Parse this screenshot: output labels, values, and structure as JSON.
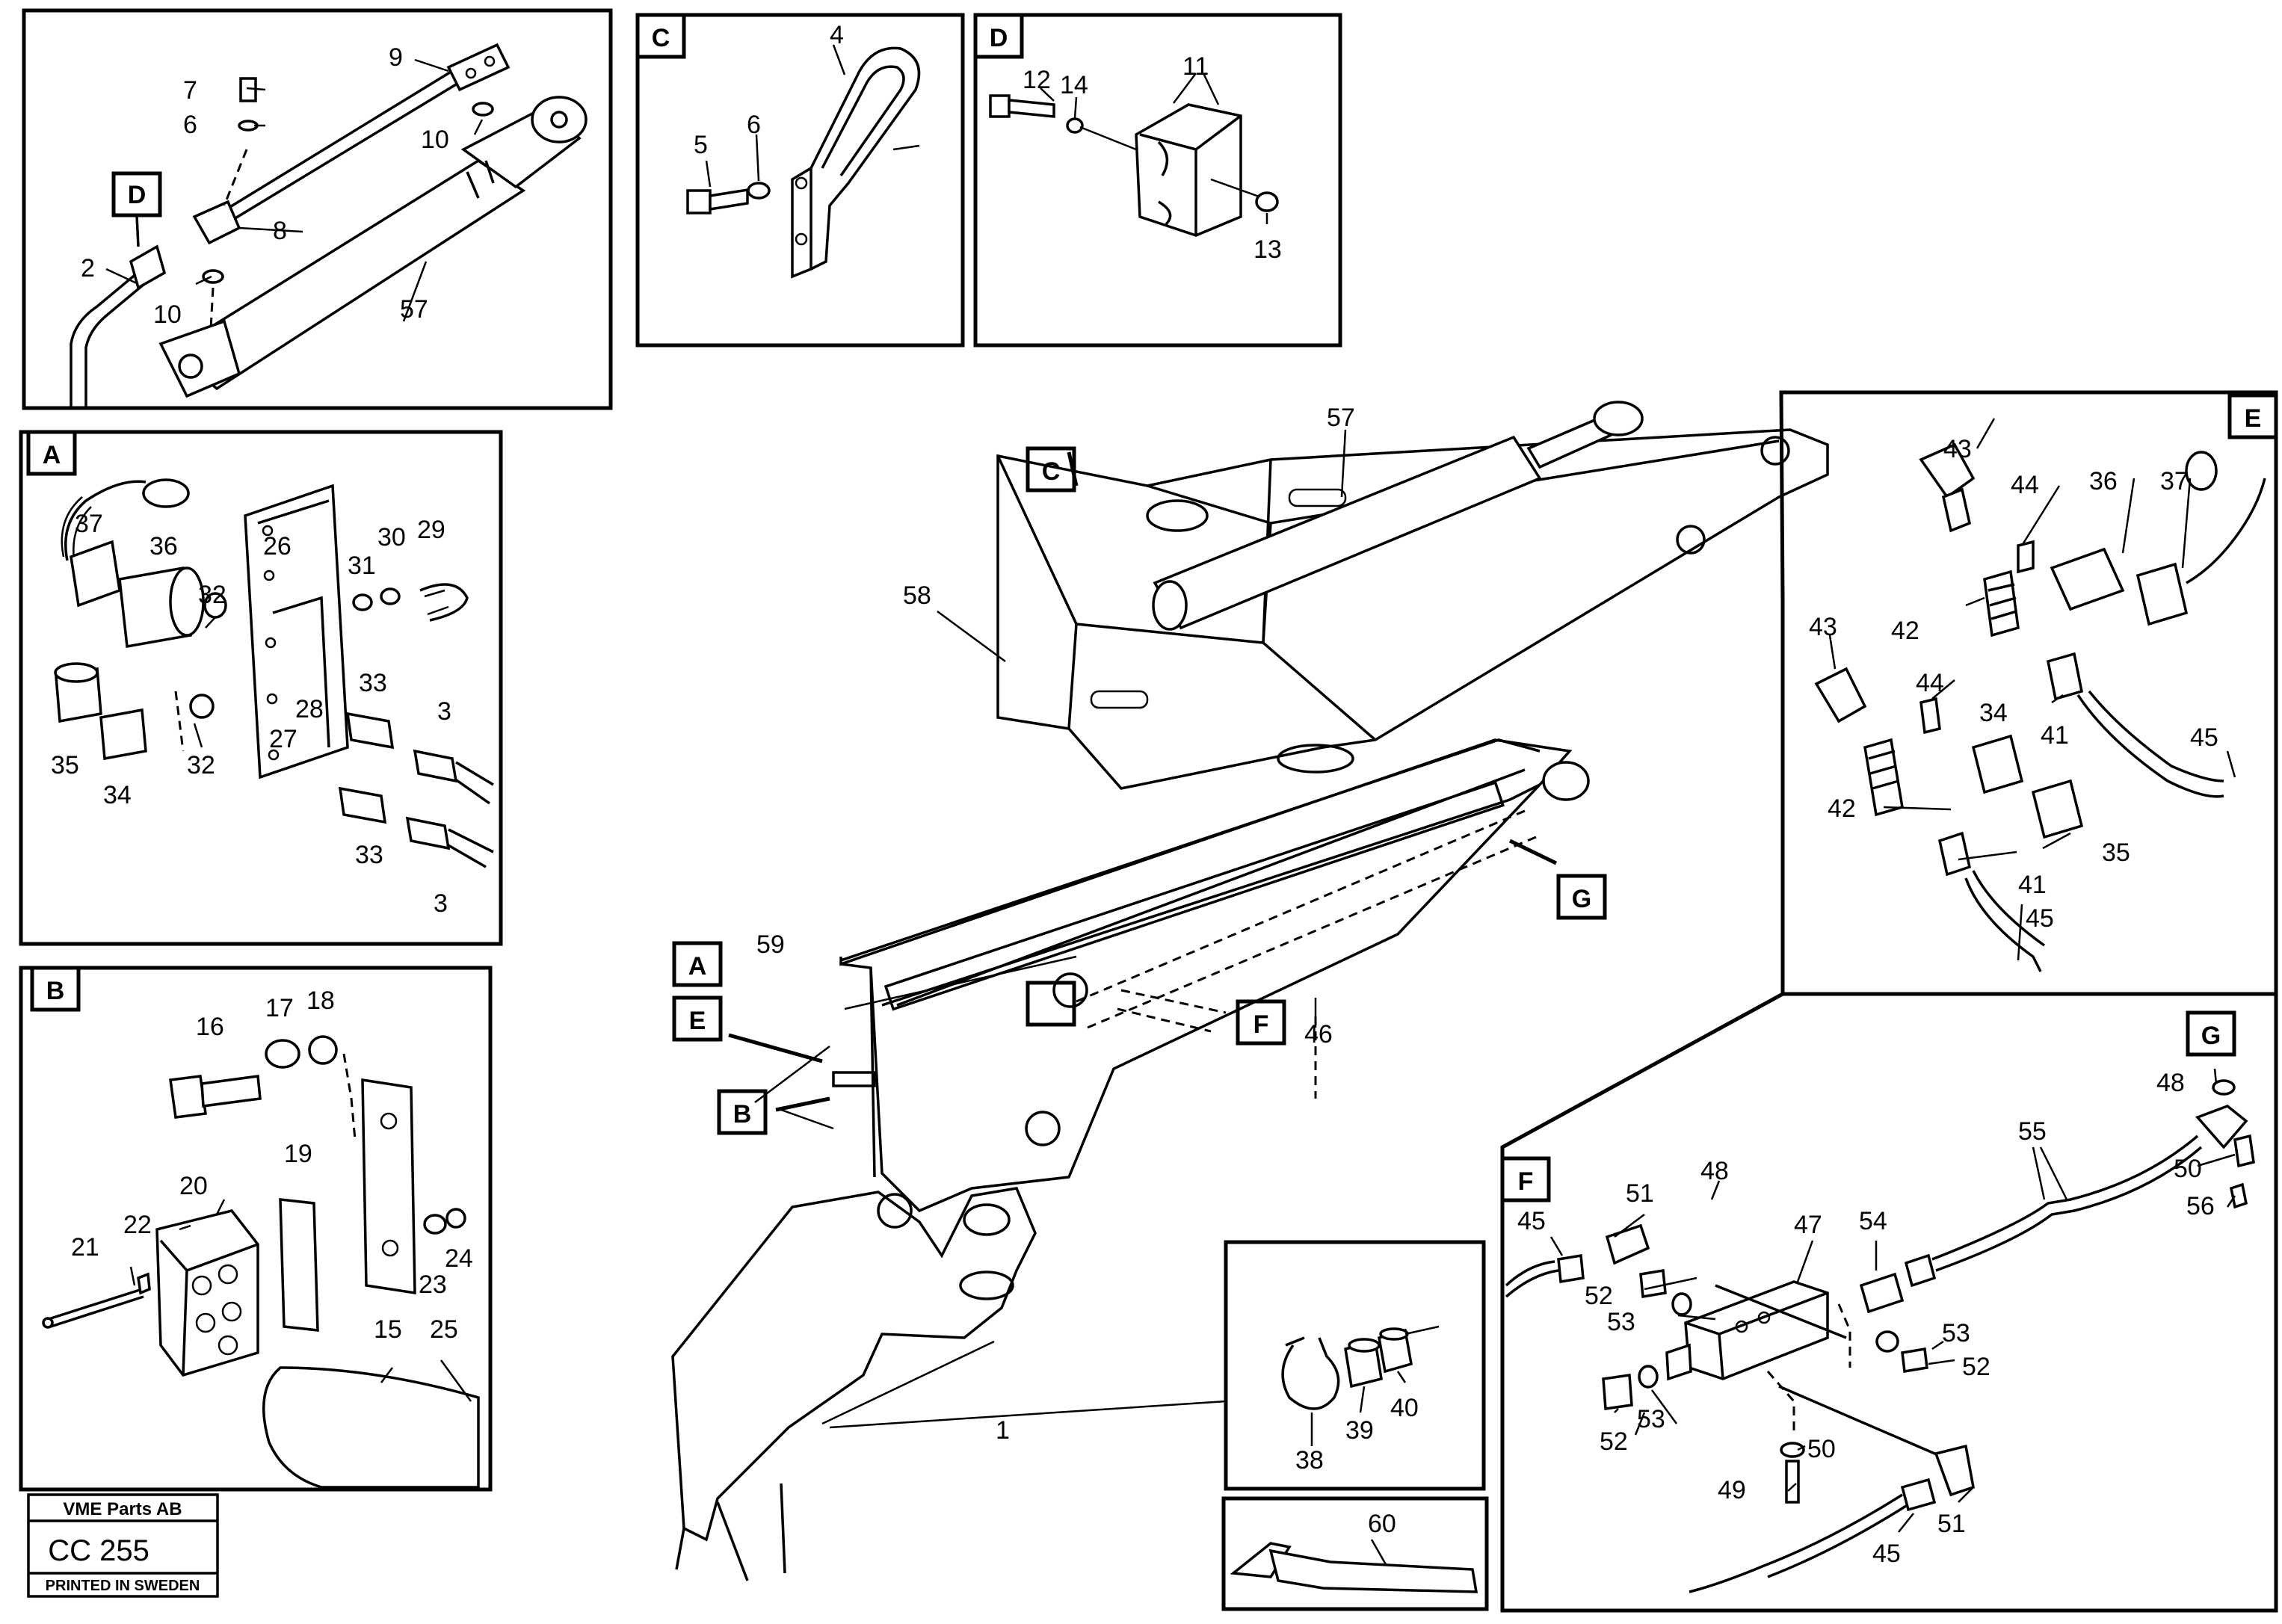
{
  "title_block": {
    "company": "VME Parts AB",
    "code": "CC 255",
    "printed": "PRINTED IN SWEDEN"
  },
  "detail_boxes": {
    "C": "C",
    "D": "D",
    "A": "A",
    "B": "B",
    "E": "E",
    "F": "F",
    "G": "G"
  },
  "main_view": {
    "callouts": [
      "C",
      "A",
      "E",
      "B",
      "G",
      "F"
    ],
    "numbers": [
      "57",
      "58",
      "59",
      "46",
      "1"
    ]
  },
  "top_left_view": {
    "callouts": [
      "D"
    ],
    "numbers": [
      "9",
      "7",
      "6",
      "10",
      "8",
      "2",
      "10",
      "57"
    ]
  },
  "detail_C_numbers": [
    "4",
    "5",
    "6"
  ],
  "detail_D_numbers": [
    "12",
    "14",
    "11",
    "13"
  ],
  "detail_A_numbers": [
    "37",
    "36",
    "26",
    "31",
    "30",
    "29",
    "32",
    "28",
    "27",
    "33",
    "3",
    "35",
    "34",
    "32",
    "33",
    "3"
  ],
  "detail_B_numbers": [
    "16",
    "17",
    "18",
    "19",
    "20",
    "21",
    "22",
    "23",
    "24",
    "15",
    "25"
  ],
  "detail_E_numbers": [
    "43",
    "44",
    "36",
    "37",
    "42",
    "43",
    "41",
    "44",
    "34",
    "45",
    "42",
    "35",
    "41",
    "45"
  ],
  "detail_F_numbers": [
    "45",
    "51",
    "48",
    "47",
    "54",
    "52",
    "53",
    "53",
    "52",
    "52",
    "53",
    "50",
    "49",
    "51",
    "45"
  ],
  "detail_G_numbers": [
    "48",
    "55",
    "50",
    "56"
  ],
  "clamp_numbers": [
    "38",
    "39",
    "40"
  ],
  "tool_numbers": [
    "60"
  ]
}
